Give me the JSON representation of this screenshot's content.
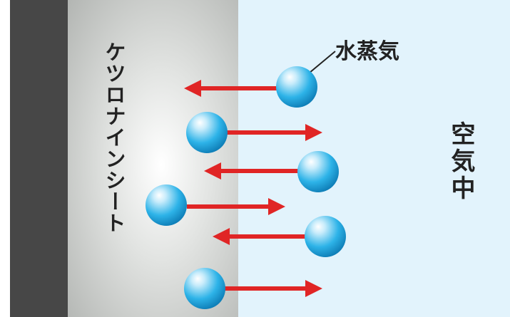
{
  "labels": {
    "sheet": "ケツロナインシート",
    "vapor": "水蒸気",
    "air": "空気中"
  },
  "colors": {
    "wall": "#474747",
    "sheet_light": "#ffffff",
    "sheet_dark": "#a9aca9",
    "air": "#e2f3fc",
    "arrow": "#e02525",
    "molecule": "#1aa6e0",
    "text": "#222222"
  },
  "molecules": [
    {
      "id": "m1",
      "direction": "left"
    },
    {
      "id": "m2",
      "direction": "right"
    },
    {
      "id": "m3",
      "direction": "left"
    },
    {
      "id": "m4",
      "direction": "right"
    },
    {
      "id": "m5",
      "direction": "left"
    },
    {
      "id": "m6",
      "direction": "right"
    }
  ]
}
